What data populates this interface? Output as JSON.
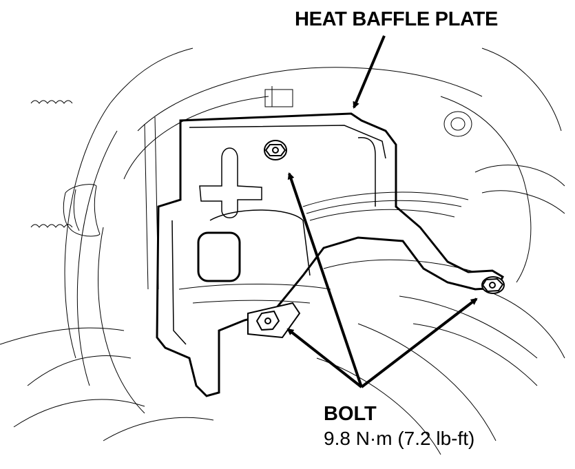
{
  "labels": {
    "heat_baffle_plate": "HEAT BAFFLE PLATE",
    "bolt": "BOLT",
    "torque": "9.8 N·m (7.2 lb-ft)"
  },
  "colors": {
    "ink": "#000000",
    "background": "#ffffff"
  }
}
